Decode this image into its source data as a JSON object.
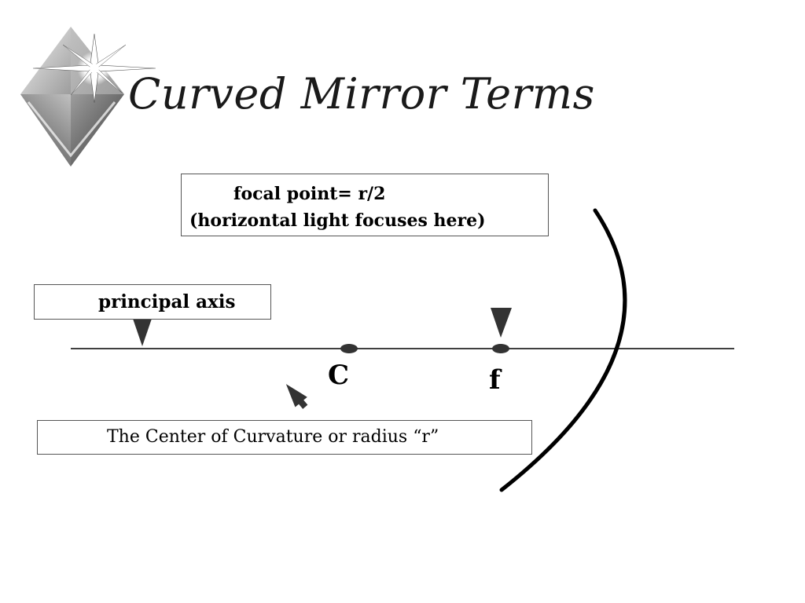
{
  "slide": {
    "title": "Curved Mirror Terms"
  },
  "callouts": {
    "focal_line1": "focal point= r/2",
    "focal_line2": "(horizontal light focuses here)",
    "principal_axis": "principal axis",
    "center": "The Center of Curvature or radius “r”"
  },
  "points": {
    "center_label": "C",
    "focal_label": "f"
  },
  "icons": {
    "logo": "diamond-star-icon"
  },
  "colors": {
    "ink": "#000000",
    "logo_dark": "#404040",
    "logo_light": "#e0e0e0"
  }
}
